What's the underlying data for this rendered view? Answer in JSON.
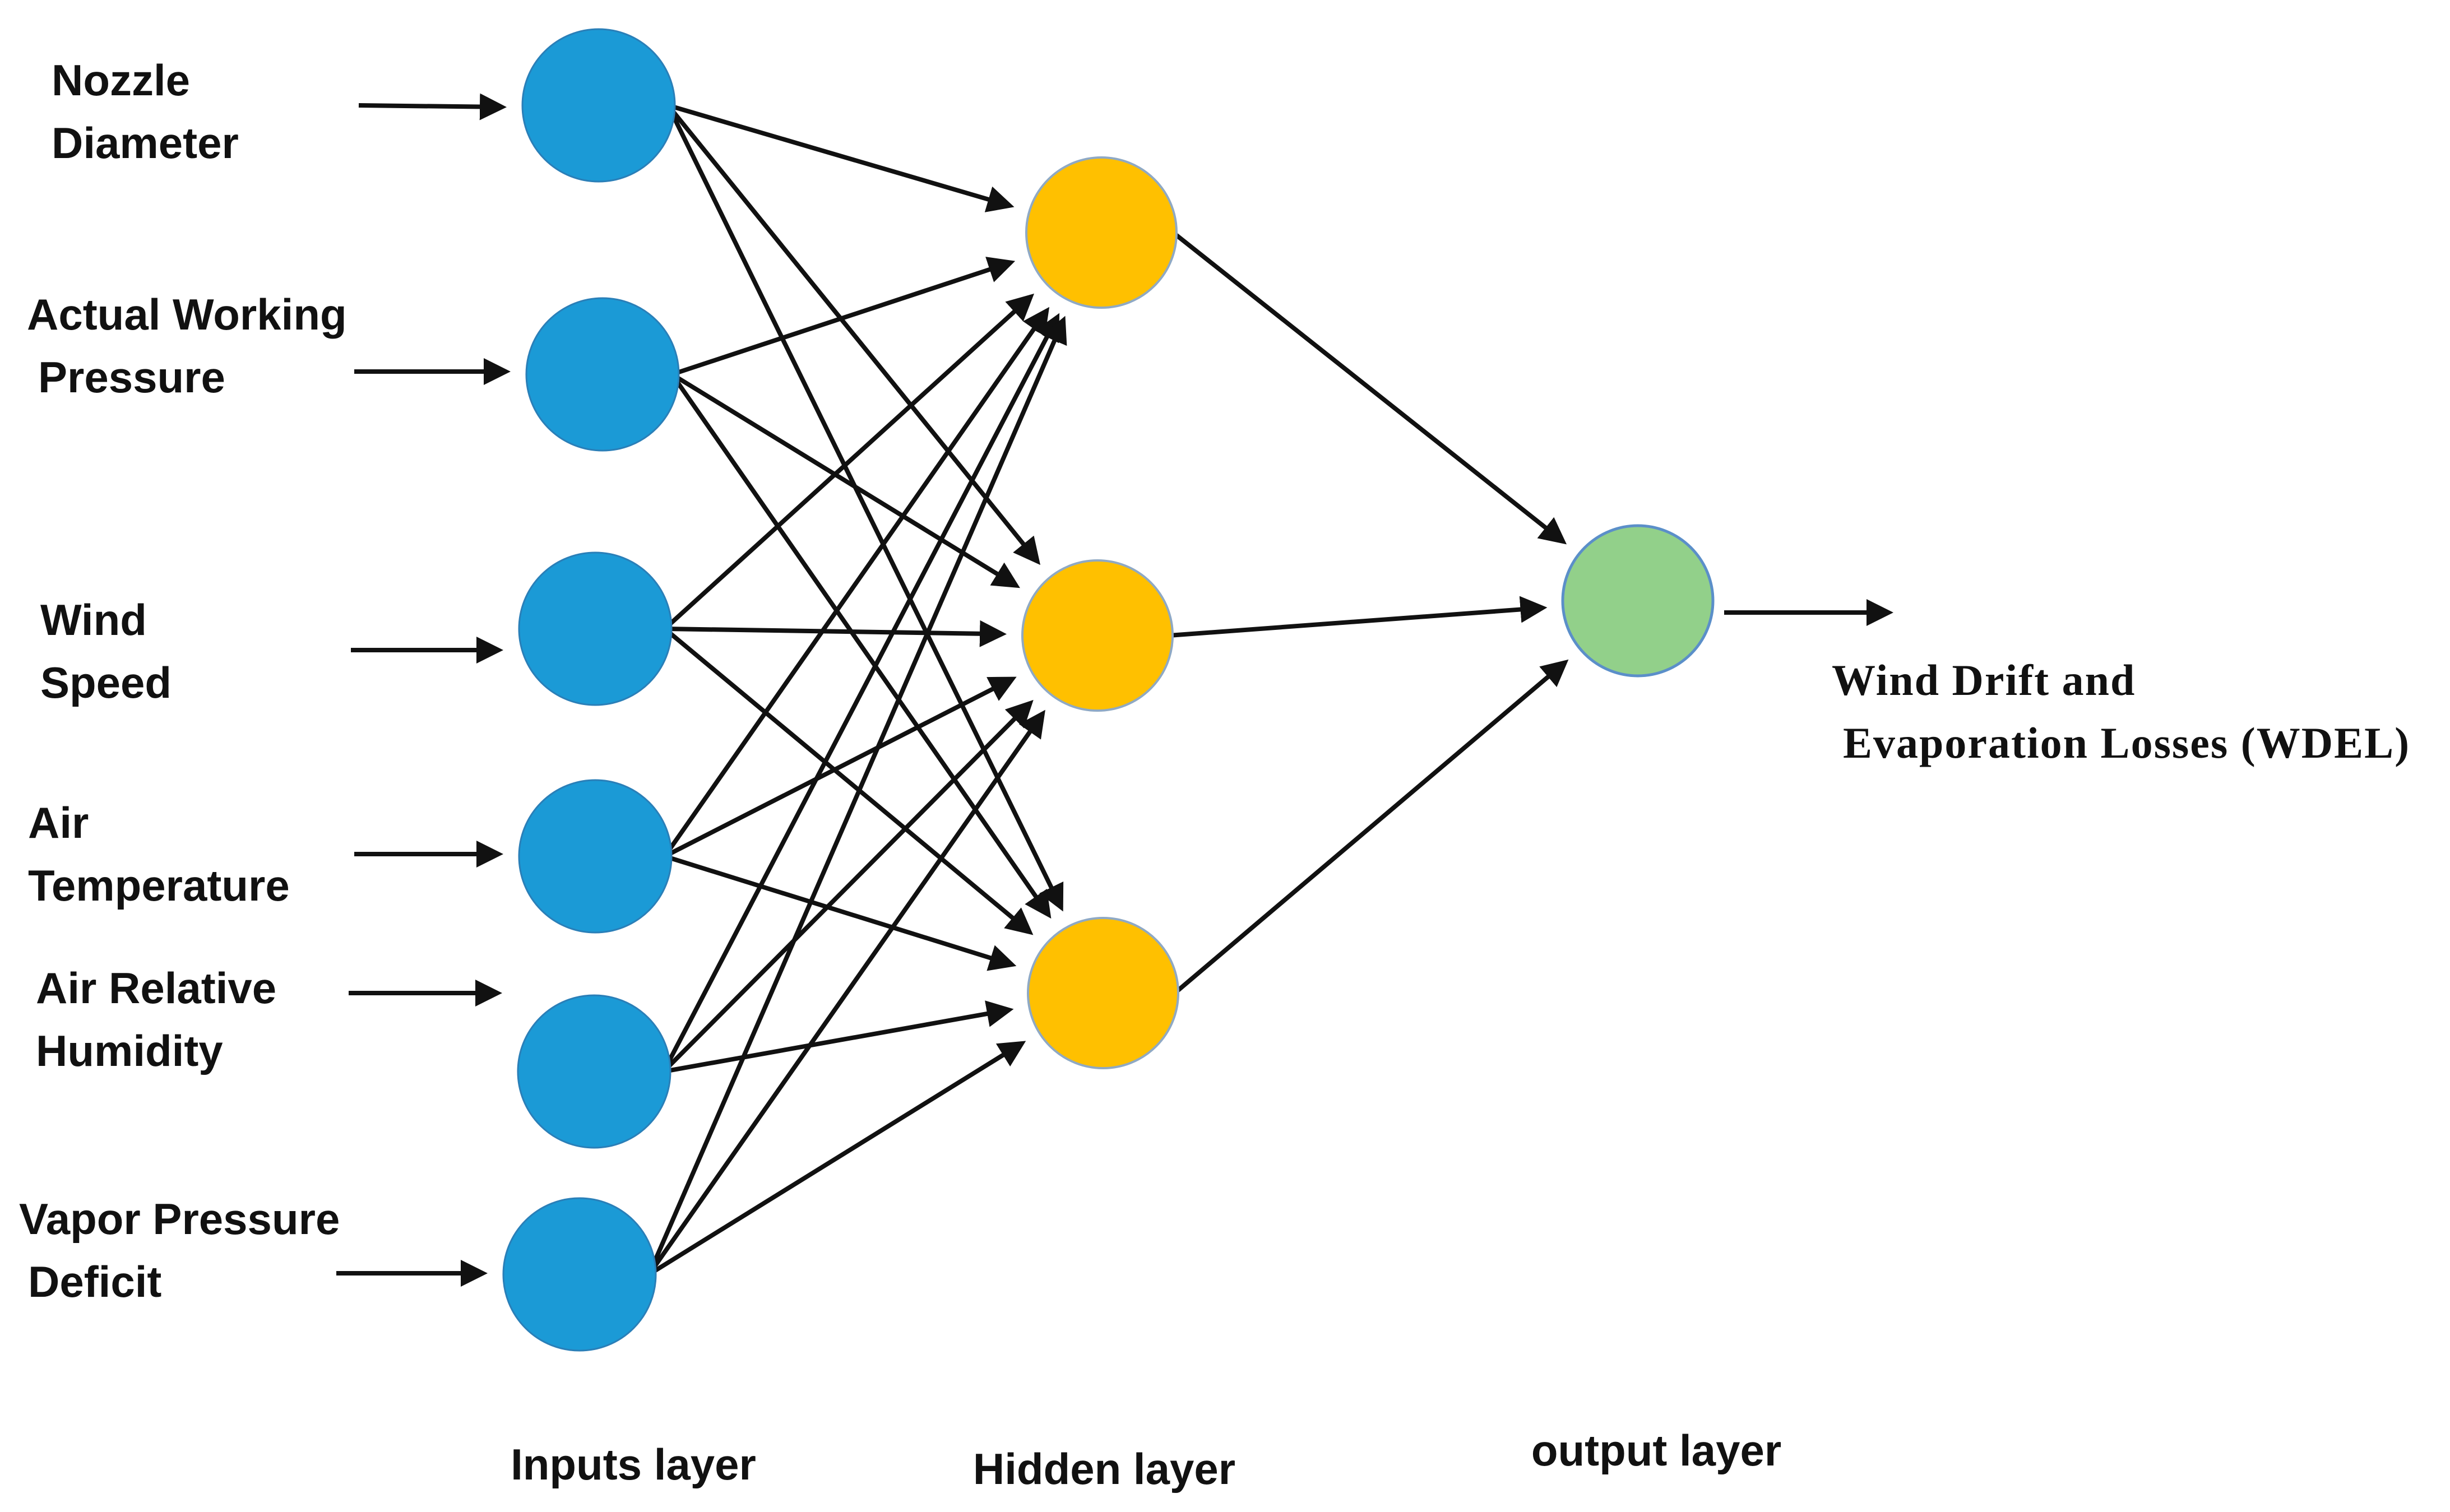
{
  "layers": {
    "inputs": {
      "caption": "Inputs layer",
      "nodes": [
        {
          "label_lines": [
            "Nozzle",
            "Diameter"
          ]
        },
        {
          "label_lines": [
            "Actual Working",
            "Pressure"
          ]
        },
        {
          "label_lines": [
            "Wind",
            "Speed"
          ]
        },
        {
          "label_lines": [
            "Air",
            "Temperature"
          ]
        },
        {
          "label_lines": [
            "Air Relative",
            "Humidity"
          ]
        },
        {
          "label_lines": [
            "Vapor Pressure",
            "Deficit"
          ]
        }
      ]
    },
    "hidden": {
      "caption": "Hidden layer",
      "node_count": 3
    },
    "output": {
      "caption": "output layer",
      "label_lines": [
        "Wind Drift and",
        "Evaporation Losses (WDEL)"
      ]
    }
  },
  "colors": {
    "input_node": "#1b9ad6",
    "hidden_node": "#ffc000",
    "output_node": "#92d08a",
    "edge": "#111111"
  }
}
